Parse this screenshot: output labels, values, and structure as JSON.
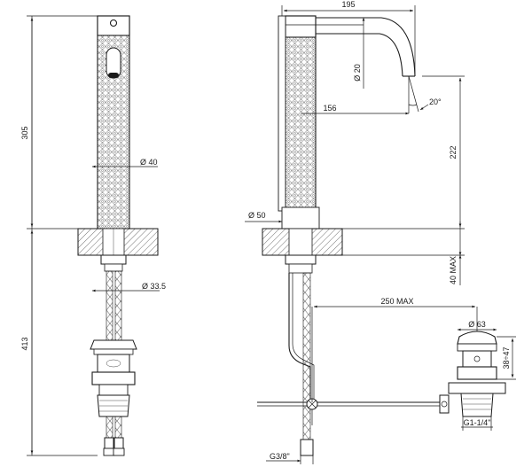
{
  "dimensions": {
    "front_height_body": "305",
    "front_height_lower": "413",
    "front_dia_body": "Ø 40",
    "front_dia_shank": "Ø 33.5",
    "side_width_top": "195",
    "side_dia_spout": "Ø 20",
    "side_spout_reach": "156",
    "side_spout_angle": "20°",
    "side_spout_height": "222",
    "side_dia_base": "Ø 50",
    "side_deck_max": "40 MAX",
    "side_drain_reach": "250 MAX",
    "drain_dia": "Ø 63",
    "drain_height": "38÷47",
    "drain_thread": "G1-1/4\"",
    "supply_thread": "G3/8\""
  }
}
